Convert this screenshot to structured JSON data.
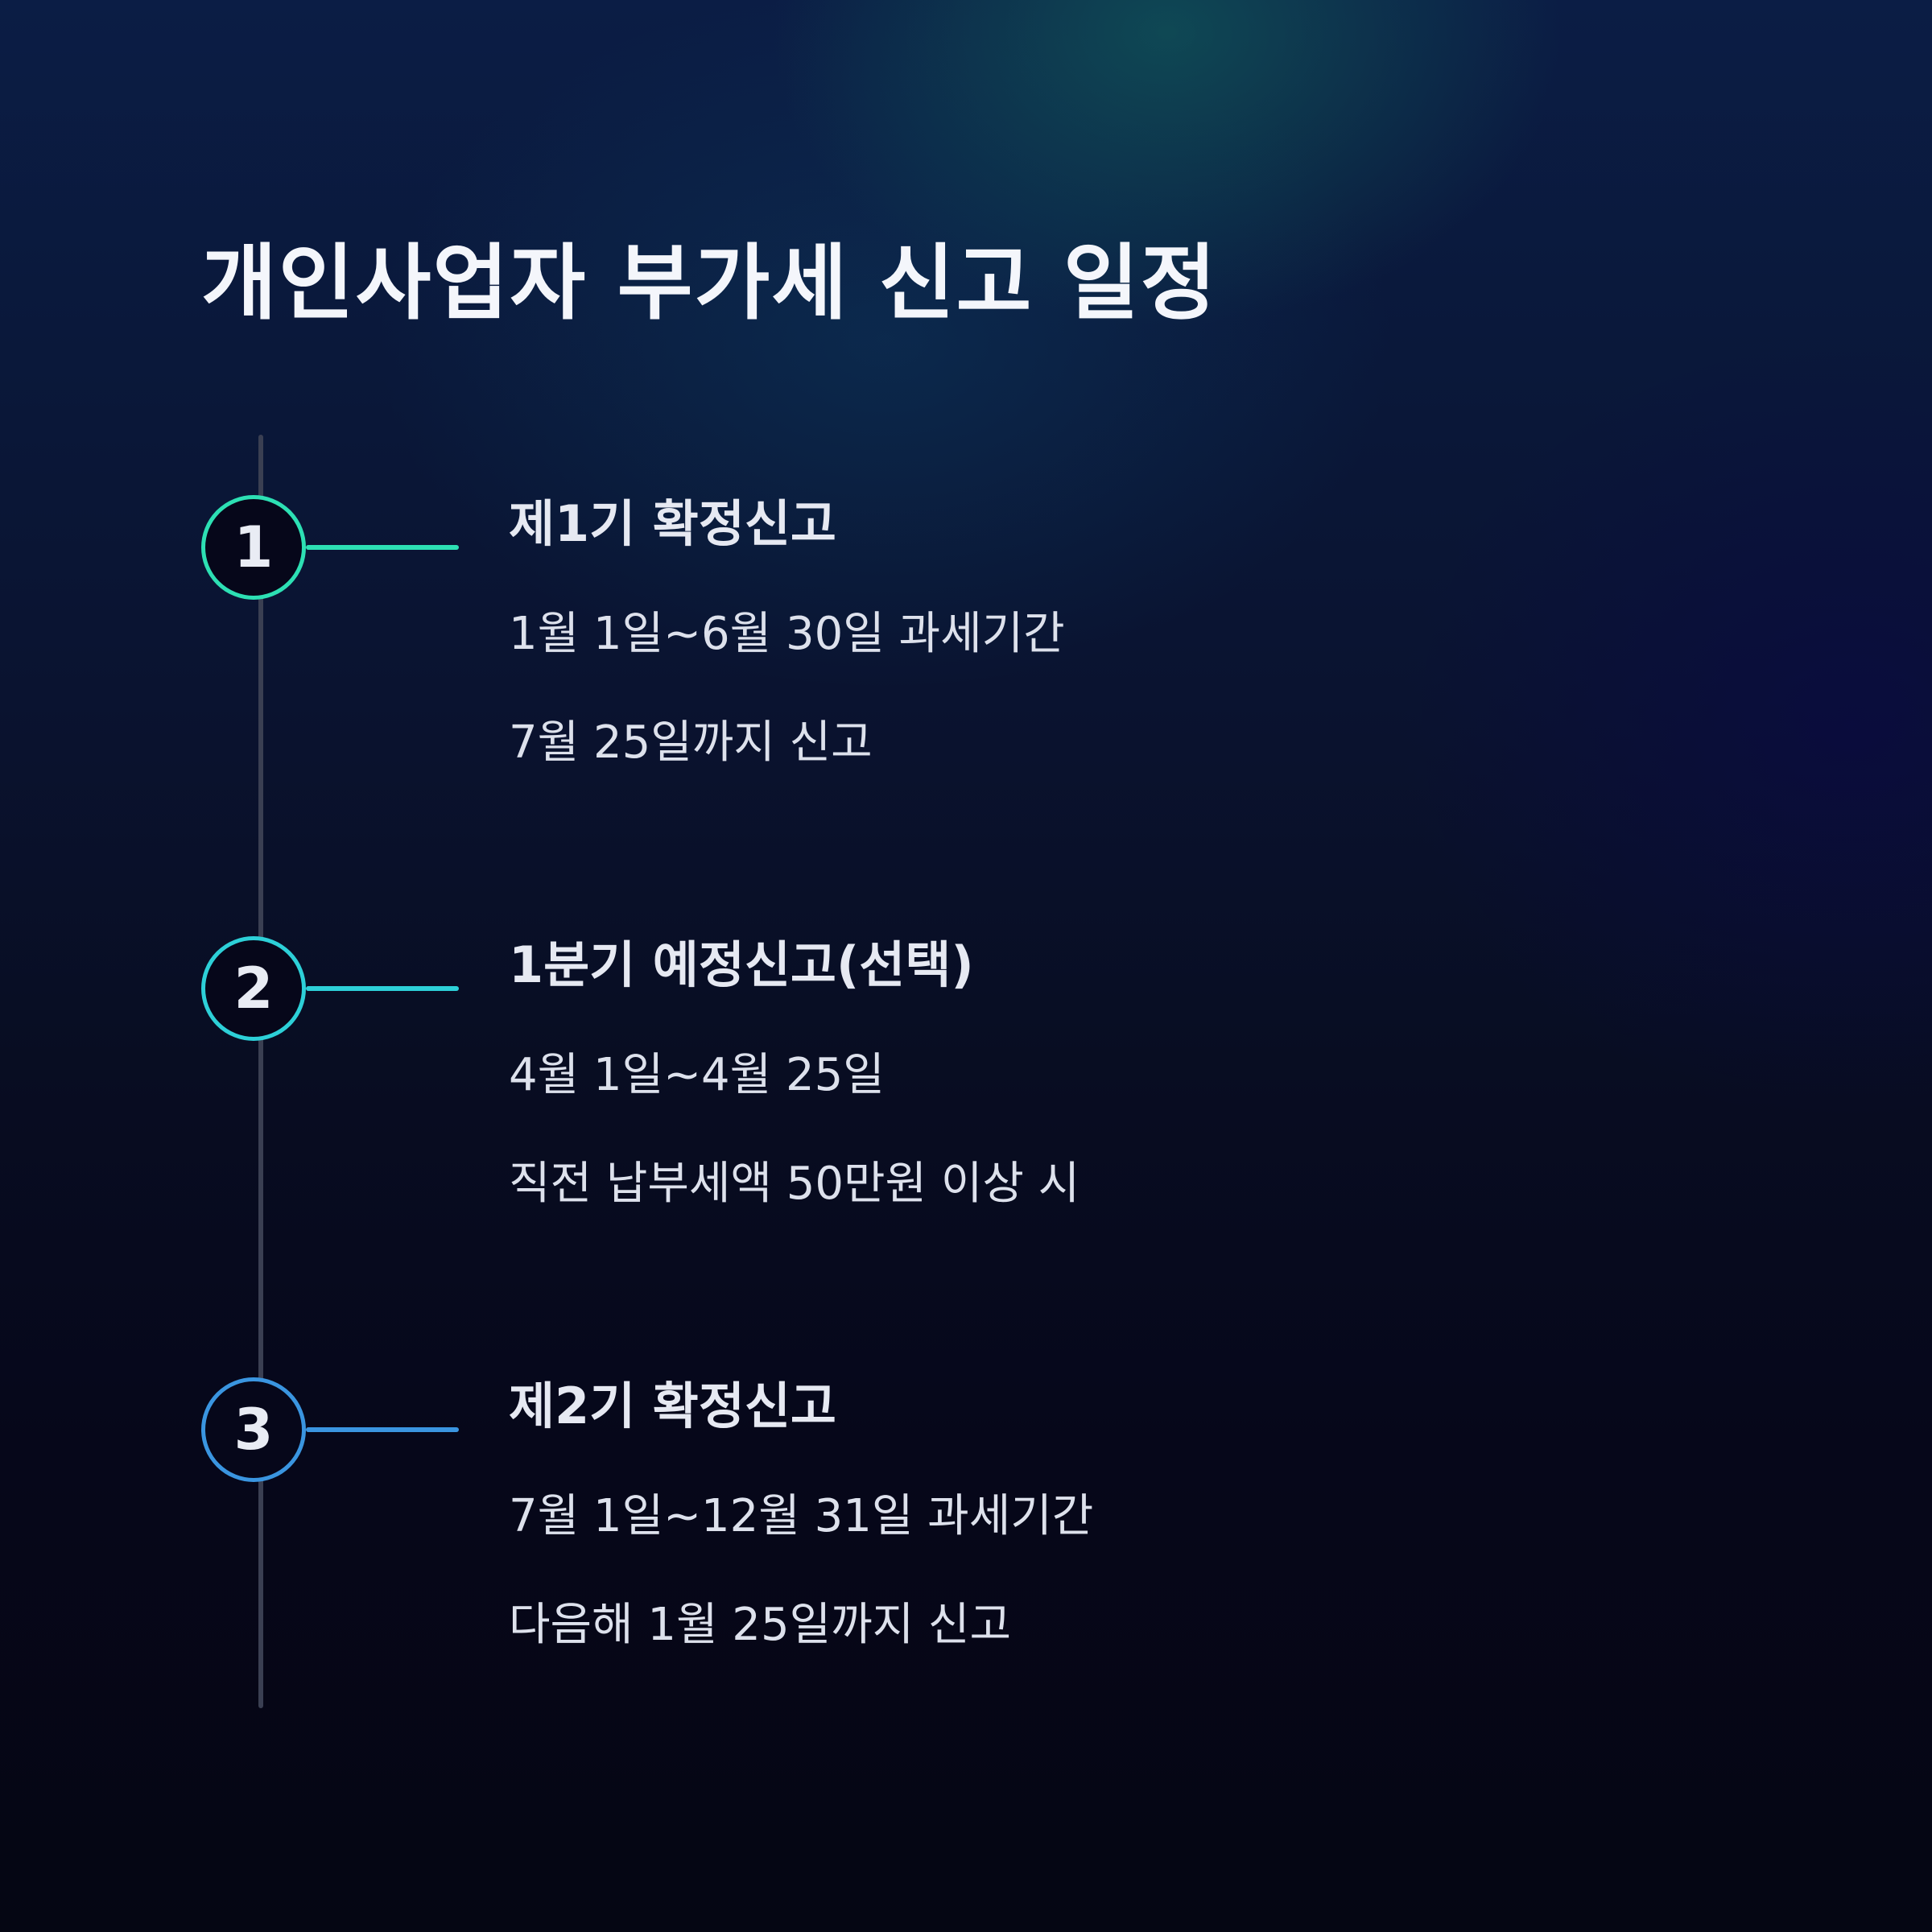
{
  "title": "개인사업자 부가세 신고 일정",
  "steps": [
    {
      "number": "1",
      "title": "제1기 확정신고",
      "lines": [
        "1월 1일~6월 30일 과세기간",
        "7월 25일까지 신고"
      ],
      "color": "#2de0b4"
    },
    {
      "number": "2",
      "title": "1분기 예정신고(선택)",
      "lines": [
        "4월 1일~4월 25일",
        "직전 납부세액 50만원 이상 시"
      ],
      "color": "#2dd0d8"
    },
    {
      "number": "3",
      "title": "제2기 확정신고",
      "lines": [
        "7월 1일~12월 31일 과세기간",
        "다음해 1월 25일까지 신고"
      ],
      "color": "#3a95e0"
    }
  ]
}
